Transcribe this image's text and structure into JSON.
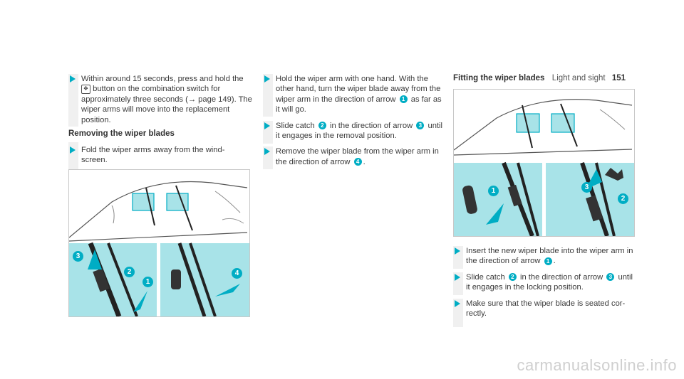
{
  "header": {
    "section": "Light and sight",
    "page": "151"
  },
  "col1": {
    "step1": {
      "pre": "Within around 15 seconds, press and hold the",
      "post": "button on the combination switch for approximately three seconds (",
      "arrow": "→",
      "page": "page 149",
      "tail": "). The wiper arms will move into the replacement position."
    },
    "heading": "Removing the wiper blades",
    "step2": "Fold the wiper arms away from the wind- screen."
  },
  "col2": {
    "step1": {
      "a": "Hold the wiper arm with one hand. With the other hand, turn the wiper blade away from the wiper arm in the direction of arrow",
      "b": "as far as it will go."
    },
    "step2": {
      "a": "Slide catch",
      "b": "in the direction of arrow",
      "c": "until it engages in the removal position."
    },
    "step3": {
      "a": "Remove the wiper blade from the wiper arm in the direction of arrow",
      "b": "."
    }
  },
  "col3": {
    "heading": "Fitting the wiper blades",
    "step1": {
      "a": "Insert the new wiper blade into the wiper arm in the direction of arrow",
      "b": "."
    },
    "step2": {
      "a": "Slide catch",
      "b": "in the direction of arrow",
      "c": "until it engages in the locking position."
    },
    "step3": "Make sure that the wiper blade is seated cor- rectly."
  },
  "callouts": {
    "n1": "1",
    "n2": "2",
    "n3": "3",
    "n4": "4"
  },
  "footer": {
    "watermark": "carmanualsonline.info"
  },
  "colors": {
    "accent": "#00adc4",
    "panel": "#a8e3e8",
    "bar": "#f0f0f0"
  },
  "icons": {
    "wiper_button": "wiper-switch-icon",
    "step_marker": "triangle-bullet-icon"
  }
}
